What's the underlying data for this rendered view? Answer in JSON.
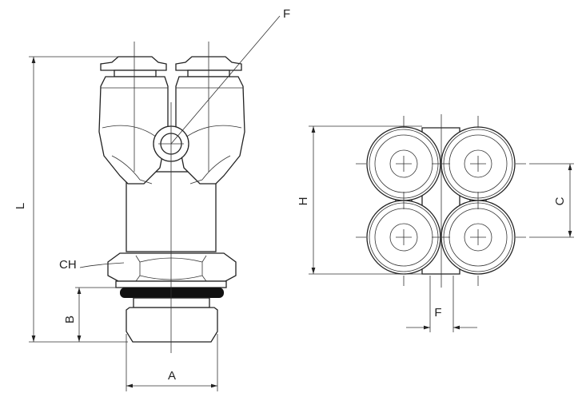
{
  "labels": {
    "F_top": "F",
    "L": "L",
    "CH": "CH",
    "B": "B",
    "A": "A",
    "H": "H",
    "C": "C",
    "F_bottom": "F"
  }
}
